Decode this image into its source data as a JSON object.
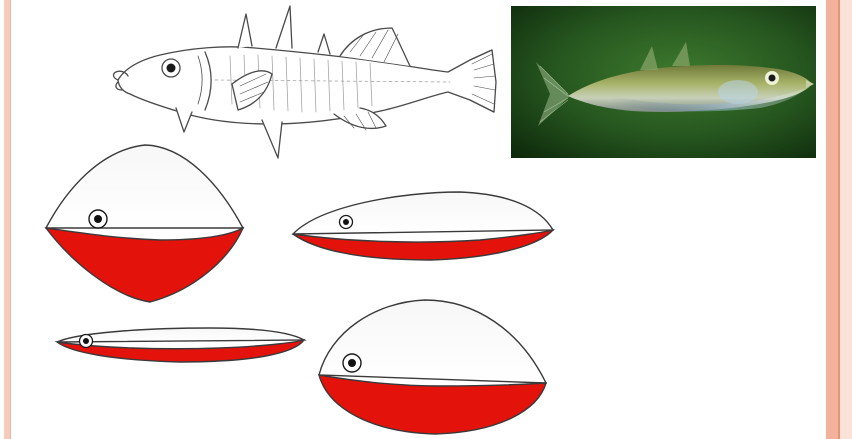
{
  "slide": {
    "background_color": "#ffffff",
    "frame_color": "#f3b29c"
  },
  "figures": {
    "line_drawing": {
      "icon": "stickleback-line-drawing",
      "stroke_color": "#4a4a4a"
    },
    "photo": {
      "icon": "stickleback-photo",
      "background_color": "#1f4a1c"
    },
    "body_shapes": {
      "count": 4,
      "upper_color": "#ffffff",
      "lower_color": "#e3120b",
      "outline_color": "#3a3a3a",
      "shapes": [
        {
          "icon": "deep-diamond-body-shape"
        },
        {
          "icon": "slender-elongated-body-shape"
        },
        {
          "icon": "very-slender-body-shape"
        },
        {
          "icon": "deep-rounded-body-shape"
        }
      ]
    }
  }
}
